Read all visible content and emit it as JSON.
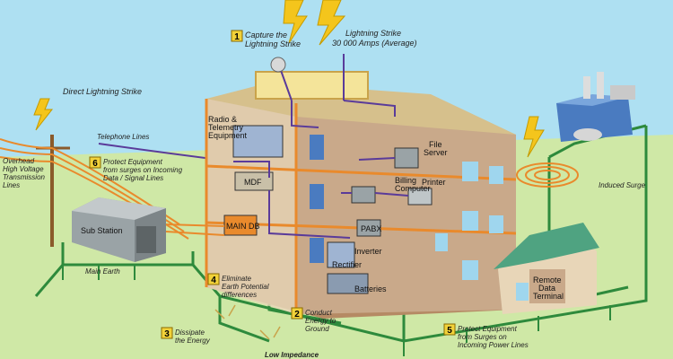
{
  "colors": {
    "sky": "#aee0f2",
    "ground": "#cfe8a6",
    "earth_wire": "#2e8a3c",
    "surge_wire": "#e98a2c",
    "data_wire": "#5a3b9a",
    "building_wall": "#c9a98a",
    "roof": "#6cc0a0",
    "step_badge": "#f2d23a",
    "lightning": "#f4c51c"
  },
  "labels": {
    "step1": {
      "num": "1",
      "line1": "Capture the",
      "line2": "Lightning Strike"
    },
    "strike": {
      "line1": "Lightning Strike",
      "line2": "30 000 Amps (Average)"
    },
    "direct": "Direct Lightning Strike",
    "overhead": {
      "line1": "Overhead",
      "line2": "High Voltage",
      "line3": "Transmission",
      "line4": "Lines"
    },
    "telephone": "Telephone Lines",
    "step6": {
      "num": "6",
      "line1": "Protect Equipment",
      "line2": "from surges on Incoming",
      "line3": "Data / Signal Lines"
    },
    "substation": "Sub Station",
    "main_earth": "Main Earth",
    "radio": {
      "line1": "Radio &",
      "line2": "Telemetry",
      "line3": "Equipment"
    },
    "mdf": "MDF",
    "mains_db": "MAIN DB",
    "file_server": {
      "line1": "File",
      "line2": "Server"
    },
    "billing": {
      "line1": "Billing",
      "line2": "Computer"
    },
    "printer": "Printer",
    "pabx": "PABX",
    "inverter": "Inverter",
    "rectifier": "Rectifier",
    "batteries": "Batteries",
    "induced": "Induced Surge",
    "remote": {
      "line1": "Remote",
      "line2": "Data",
      "line3": "Terminal"
    },
    "step4": {
      "num": "4",
      "line1": "Eliminate",
      "line2": "Earth Potential",
      "line3": "differences"
    },
    "step2": {
      "num": "2",
      "line1": "Conduct",
      "line2": "Energy to",
      "line3": "Ground"
    },
    "step3": {
      "num": "3",
      "line1": "Dissipate",
      "line2": "the Energy"
    },
    "step5": {
      "num": "5",
      "line1": "Protect Equipment",
      "line2": "from Surges on",
      "line3": "Incoming Power Lines"
    },
    "low_impedance": "Low Impedance"
  }
}
